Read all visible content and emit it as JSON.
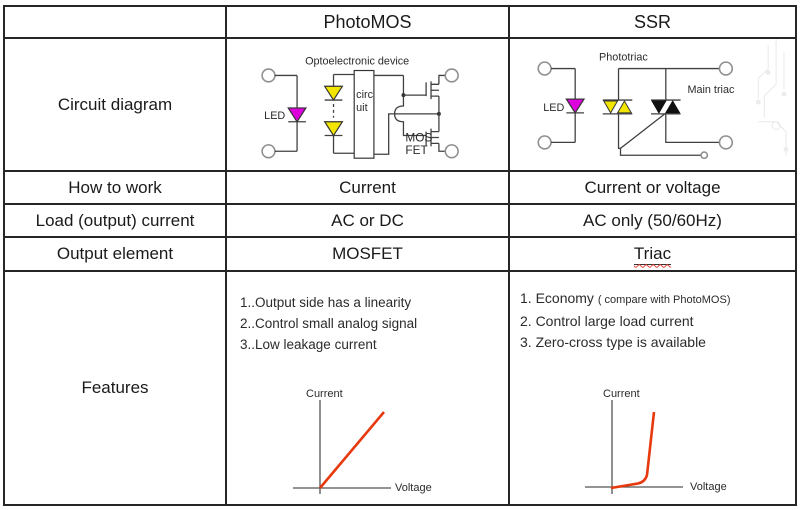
{
  "colors": {
    "accent_red": "#e8380d",
    "led_magenta": "#dd00dd",
    "diode_yellow": "#f2e600",
    "border": "#262626"
  },
  "header": {
    "photomos": "PhotoMOS",
    "ssr": "SSR"
  },
  "row_labels": {
    "circuit": "Circuit diagram",
    "how": "How to work",
    "load": "Load (output) current",
    "output": "Output element",
    "features": "Features"
  },
  "how": {
    "photomos": "Current",
    "ssr": "Current or voltage"
  },
  "load": {
    "photomos": "AC or DC",
    "ssr": "AC only (50/60Hz)"
  },
  "output": {
    "photomos": "MOSFET",
    "ssr": "Triac"
  },
  "photomos_circuit": {
    "title": "Optoelectronic device",
    "led_label": "LED",
    "box_line1": "circ",
    "box_line2": "uit",
    "mos_line1": "MOS",
    "mos_line2": "FET"
  },
  "ssr_circuit": {
    "led_label": "LED",
    "phototriac_label": "Phototriac",
    "main_triac_label": "Main triac"
  },
  "features": {
    "photomos": [
      "1..Output side has a linearity",
      "2..Control small analog signal",
      "3..Low leakage current"
    ],
    "ssr_item1_main": "1. Economy",
    "ssr_item1_note": "( compare with PhotoMOS)",
    "ssr_rest": [
      "2. Control large load current",
      "3. Zero-cross type is available"
    ]
  },
  "graphs": {
    "ylabel": "Current",
    "xlabel": "Voltage"
  },
  "chart_data": [
    {
      "type": "line",
      "title": "PhotoMOS output characteristic",
      "xlabel": "Voltage",
      "ylabel": "Current",
      "series": [
        {
          "name": "PhotoMOS",
          "x": [
            0,
            1
          ],
          "y": [
            0,
            1
          ]
        }
      ],
      "note": "linear line through origin",
      "line_color": "#e8380d",
      "grid": false,
      "legend": false
    },
    {
      "type": "line",
      "title": "SSR output characteristic",
      "xlabel": "Voltage",
      "ylabel": "Current",
      "series": [
        {
          "name": "SSR",
          "x": [
            0,
            0.38,
            0.45,
            0.55
          ],
          "y": [
            0,
            0.05,
            0.12,
            1
          ]
        }
      ],
      "note": "near zero until threshold voltage then steep rise",
      "line_color": "#e8380d",
      "grid": false,
      "legend": false
    }
  ]
}
